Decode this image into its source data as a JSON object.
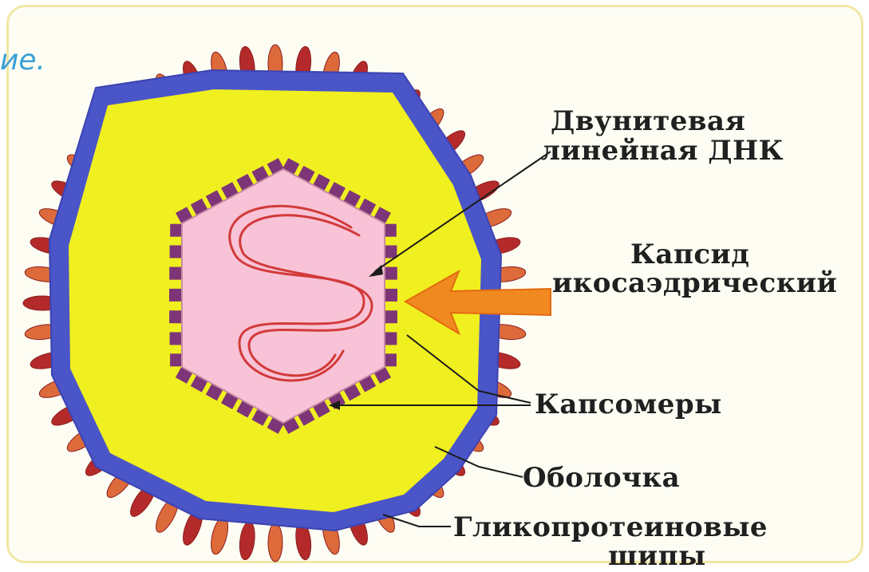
{
  "corner_text": "ие.",
  "labels": {
    "dna_line1": "Двунитевая",
    "dna_line2": "линейная ДНК",
    "capsid_line1": "Капсид",
    "capsid_line2": "икосаэдрический",
    "capsomeres": "Капсомеры",
    "envelope": "Оболочка",
    "spikes_line1": "Гликопротеиновые",
    "spikes_line2": "шипы"
  },
  "colors": {
    "envelope": "#4a55c8",
    "interior": "#f0ef1f",
    "capsid": "#f8c3d6",
    "capsomere": "#7e3577",
    "spike_dark": "#b42a2a",
    "spike_light": "#dd6a3a",
    "dna": "#d23a3a",
    "arrow": "#f08a20"
  }
}
